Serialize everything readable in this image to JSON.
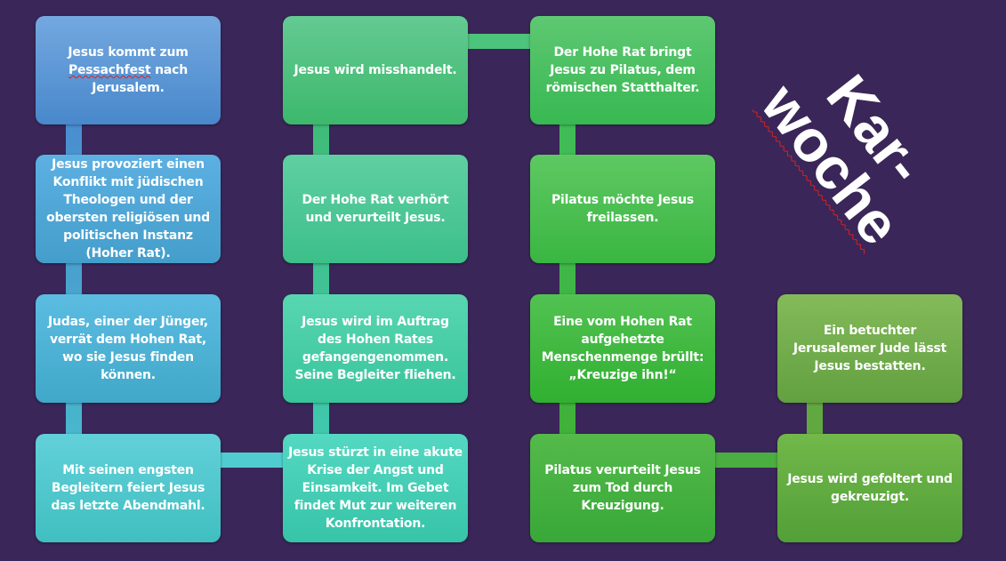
{
  "title": {
    "line1": "Kar-",
    "line2": "woche"
  },
  "boxes": [
    {
      "pre": "Jesus kommt zum ",
      "spell": "Pessachfest",
      "post": " nach Jerusalem."
    },
    {
      "text": "Jesus provoziert einen Konflikt mit jüdischen Theologen und der obersten religiösen und politischen Instanz (Hoher Rat)."
    },
    {
      "text": "Judas, einer der Jünger, verrät dem Hohen Rat, wo sie Jesus finden können."
    },
    {
      "text": "Mit seinen engsten Begleitern feiert Jesus das letzte Abendmahl."
    },
    {
      "text": "Jesus stürzt in eine akute Krise der Angst und Einsamkeit. Im Gebet findet Mut zur weiteren Konfrontation."
    },
    {
      "text": "Jesus wird im Auftrag des Hohen Rates gefangengenommen. Seine Begleiter fliehen."
    },
    {
      "text": "Der Hohe Rat verhört und verurteilt Jesus."
    },
    {
      "text": "Jesus wird misshandelt."
    },
    {
      "text": "Der Hohe Rat bringt Jesus zu Pilatus, dem römischen Statthalter."
    },
    {
      "text": "Pilatus möchte Jesus freilassen."
    },
    {
      "text": "Eine vom Hohen Rat aufgehetzte Menschenmenge brüllt: „Kreuzige ihn!“"
    },
    {
      "text": "Pilatus verurteilt Jesus zum Tod durch Kreuzigung."
    },
    {
      "text": "Jesus wird gefoltert und gekreuzigt."
    },
    {
      "text": "Ein betuchter Jerusalemer Jude lässt Jesus bestatten."
    }
  ],
  "colors": {
    "background": "#3a2658",
    "title": "#ffffff"
  }
}
